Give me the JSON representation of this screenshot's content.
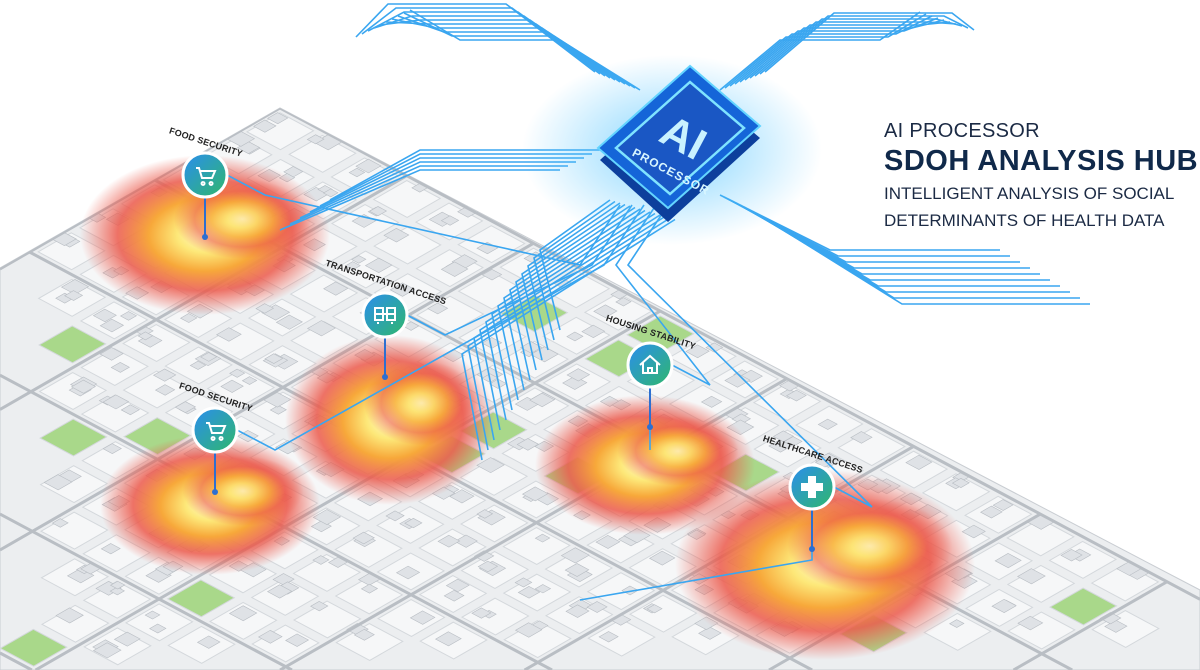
{
  "header": {
    "kicker": "AI PROCESSOR",
    "title": "SDOH ANALYSIS HUB",
    "subtitle_line1": "INTELLIGENT ANALYSIS OF SOCIAL",
    "subtitle_line2": "DETERMINANTS OF HEALTH DATA"
  },
  "chip": {
    "label": "AI",
    "sublabel": "PROCESSOR",
    "glow_color": "#1ea7ff",
    "body_color": "#1565d8"
  },
  "pins": [
    {
      "label": "FOOD SECURITY",
      "icon": "shopping-cart-icon"
    },
    {
      "label": "TRANSPORTATION ACCESS",
      "icon": "bus-icon"
    },
    {
      "label": "FOOD SECURITY",
      "icon": "shopping-cart-icon"
    },
    {
      "label": "HOUSING STABILITY",
      "icon": "house-icon"
    },
    {
      "label": "HEALTHCARE ACCESS",
      "icon": "medical-cross-icon"
    }
  ],
  "colors": {
    "map": "#eceef0",
    "road": "#b9bec4",
    "park": "#a9d88a",
    "circuit": "#3aa6f0",
    "heat_outer": "#e8574f",
    "heat_mid": "#f5a531",
    "heat_inner": "#fff2a6"
  }
}
